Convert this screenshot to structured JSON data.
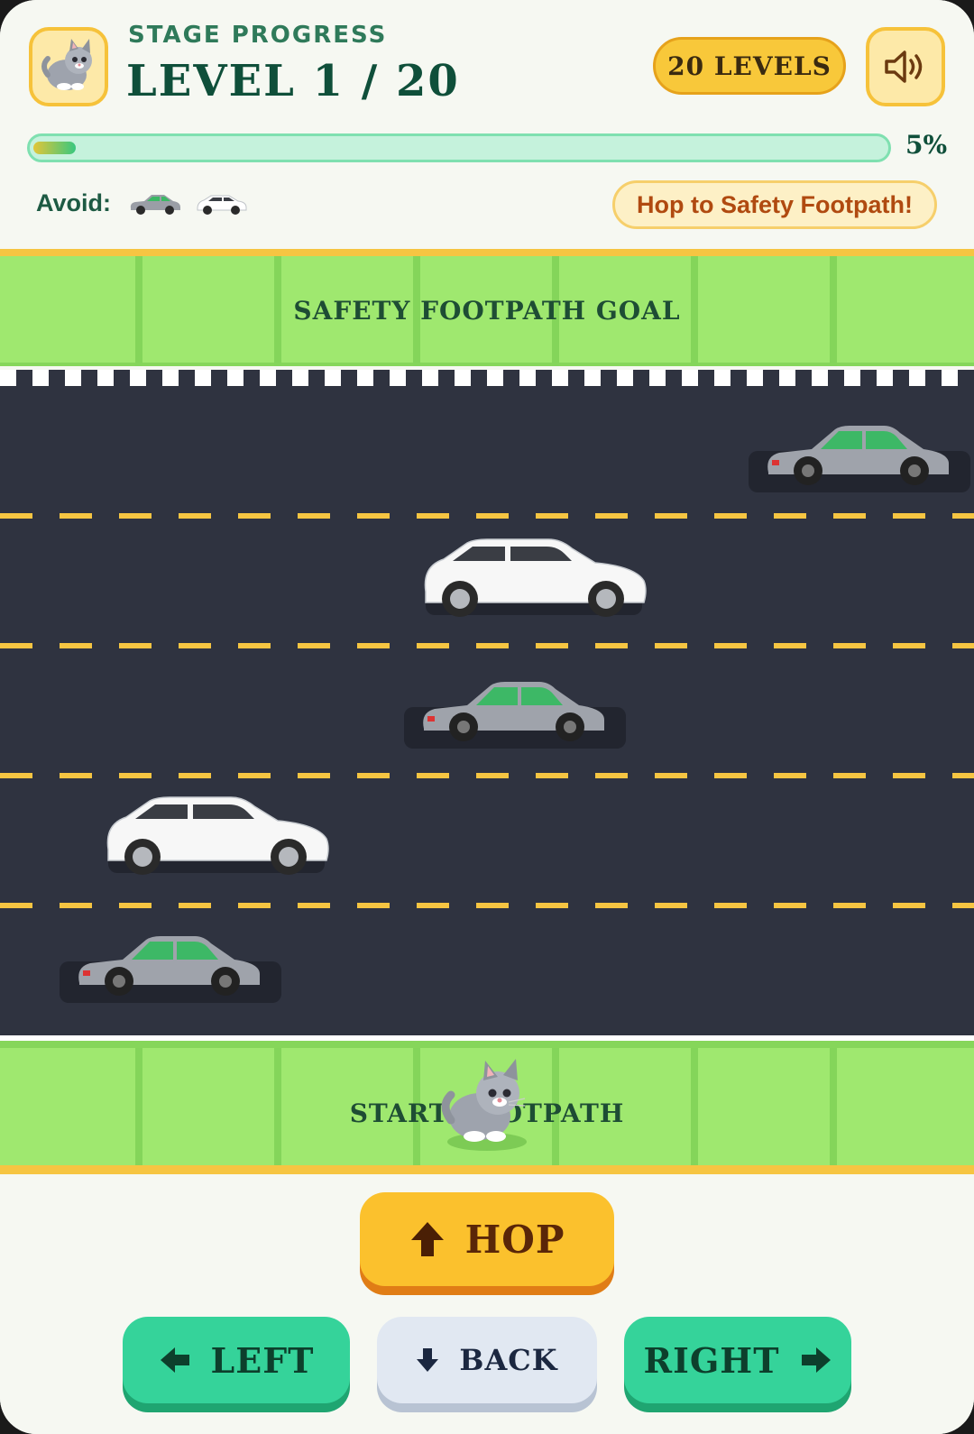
{
  "header": {
    "stage_label": "STAGE PROGRESS",
    "level_title": "LEVEL 1 / 20",
    "levels_badge": "20 LEVELS",
    "progress_fraction": 0.05,
    "progress_text": "5%",
    "avoid_label": "Avoid:",
    "avoid_icons": [
      "sedan-car-icon",
      "hatchback-car-icon"
    ],
    "hint": "Hop to Safety Footpath!"
  },
  "field": {
    "goal_label": "SAFETY FOOTPATH GOAL",
    "start_label": "START FOOTPATH",
    "player": "kitten",
    "cars": [
      {
        "lane": 1,
        "kind": "sedan"
      },
      {
        "lane": 2,
        "kind": "hatchback"
      },
      {
        "lane": 3,
        "kind": "sedan"
      },
      {
        "lane": 4,
        "kind": "hatchback"
      },
      {
        "lane": 5,
        "kind": "sedan"
      }
    ]
  },
  "controls": {
    "hop": "HOP",
    "left": "LEFT",
    "back": "BACK",
    "right": "RIGHT"
  },
  "colors": {
    "accent_yellow": "#fbc12d",
    "accent_green": "#35d39a",
    "road": "#2f3340",
    "grass": "#9fe86f",
    "lane_line": "#f6c542"
  }
}
